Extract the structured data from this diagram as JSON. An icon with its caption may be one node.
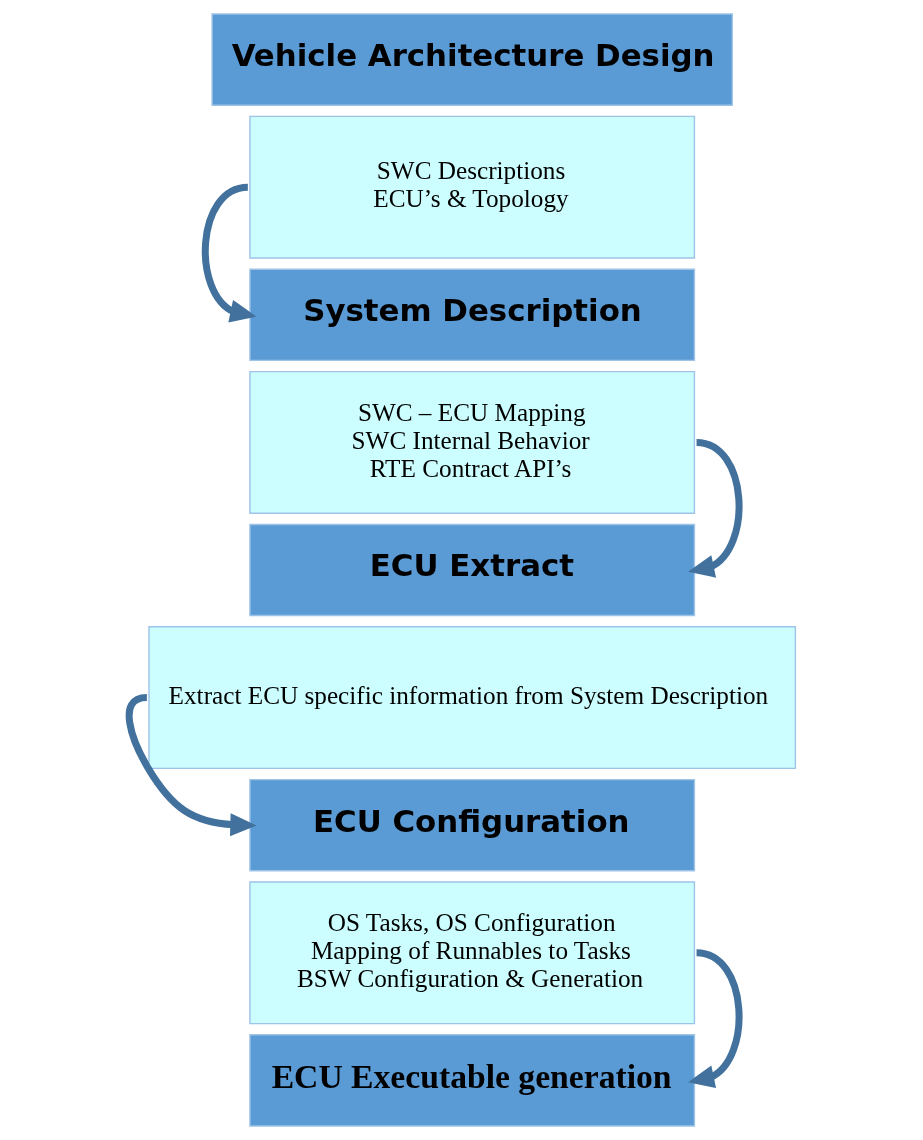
{
  "diagram": {
    "nodes": [
      {
        "text": [
          "Vehicle Architecture Design"
        ]
      },
      {
        "text": [
          "SWC Descriptions",
          "ECU’s & Topology"
        ]
      },
      {
        "text": [
          "System Description"
        ]
      },
      {
        "text": [
          "SWC – ECU Mapping",
          "SWC Internal Behavior",
          "RTE Contract API’s"
        ]
      },
      {
        "text": [
          "ECU Extract"
        ]
      },
      {
        "text": [
          "Extract ECU specific information from System Description"
        ]
      },
      {
        "text": [
          "ECU Configuration"
        ]
      },
      {
        "text": [
          "OS Tasks, OS Configuration",
          "Mapping of Runnables to Tasks",
          "BSW Configuration & Generation"
        ]
      },
      {
        "text": [
          "ECU Executable generation"
        ]
      }
    ],
    "edges": [
      {
        "from": 1,
        "to": 2,
        "arrow": "to"
      },
      {
        "from": 3,
        "to": 4,
        "arrow": "to"
      },
      {
        "from": 5,
        "to": 6,
        "arrow": "to"
      },
      {
        "from": 7,
        "to": 8,
        "arrow": "to"
      }
    ]
  }
}
